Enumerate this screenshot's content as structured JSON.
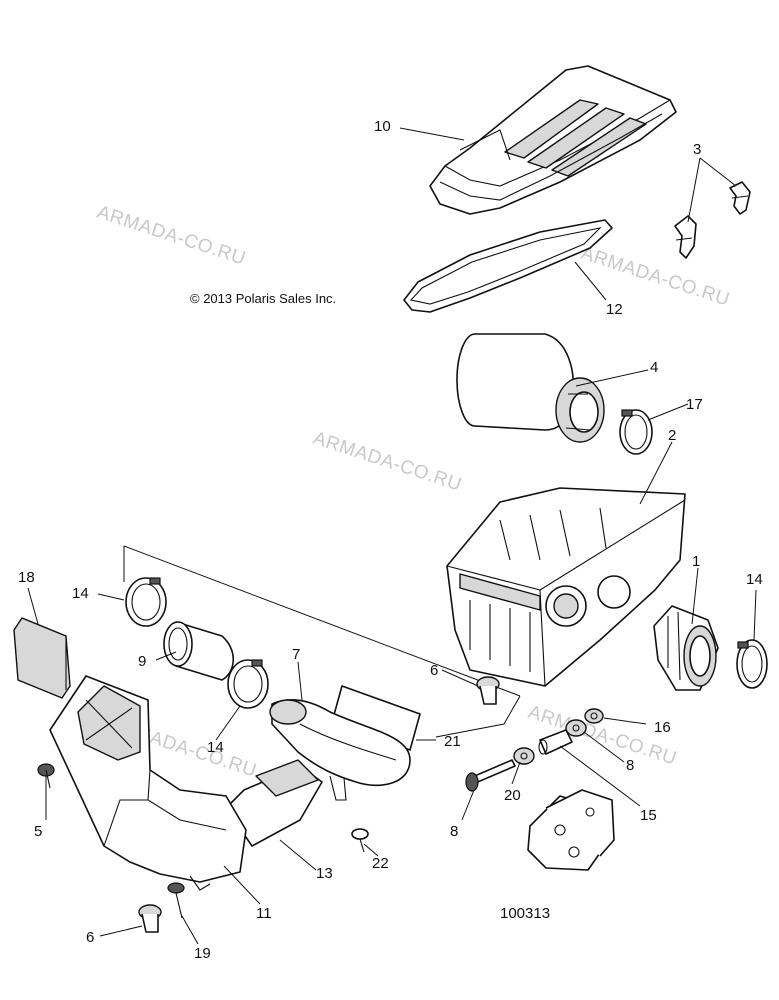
{
  "diagram": {
    "copyright": "© 2013 Polaris Sales Inc.",
    "figure_number": "100313",
    "watermark": "ARMADA-CO.RU",
    "callouts": [
      "10",
      "3",
      "12",
      "4",
      "17",
      "2",
      "1",
      "14",
      "18",
      "14",
      "9",
      "14",
      "7",
      "6",
      "16",
      "21",
      "8",
      "20",
      "5",
      "15",
      "8",
      "13",
      "22",
      "11",
      "6",
      "19"
    ]
  }
}
